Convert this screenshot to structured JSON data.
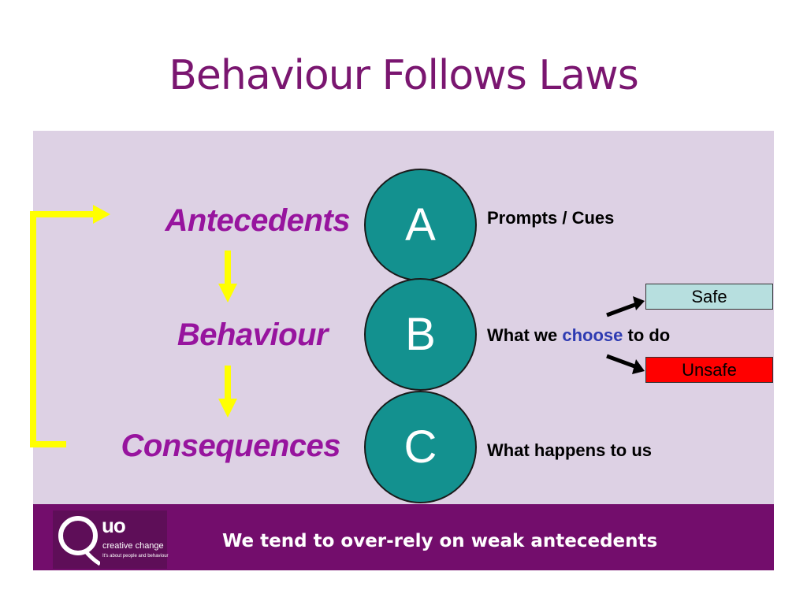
{
  "title": "Behaviour Follows Laws",
  "stages": [
    {
      "label": "Antecedents",
      "letter": "A",
      "description": "Prompts / Cues"
    },
    {
      "label": "Behaviour",
      "letter": "B",
      "description_before": "What we ",
      "description_highlight": "choose",
      "description_after": " to do"
    },
    {
      "label": "Consequences",
      "letter": "C",
      "description": "What happens to us"
    }
  ],
  "outcomes": {
    "safe": "Safe",
    "unsafe": "Unsafe"
  },
  "footer": {
    "message": "We tend to over-rely on weak antecedents",
    "logo": {
      "word": "uo",
      "subtitle": "creative change",
      "tagline": "It's about people and behaviour"
    }
  },
  "colors": {
    "title": "#7a1670",
    "stage_label": "#97149e",
    "circle": "#13918f",
    "panel": "#ddd1e4",
    "footer": "#730d6c",
    "arrow": "#ffff00",
    "highlight": "#2e3bb2",
    "safe": "#b7dfdf",
    "unsafe": "#ff0000"
  }
}
